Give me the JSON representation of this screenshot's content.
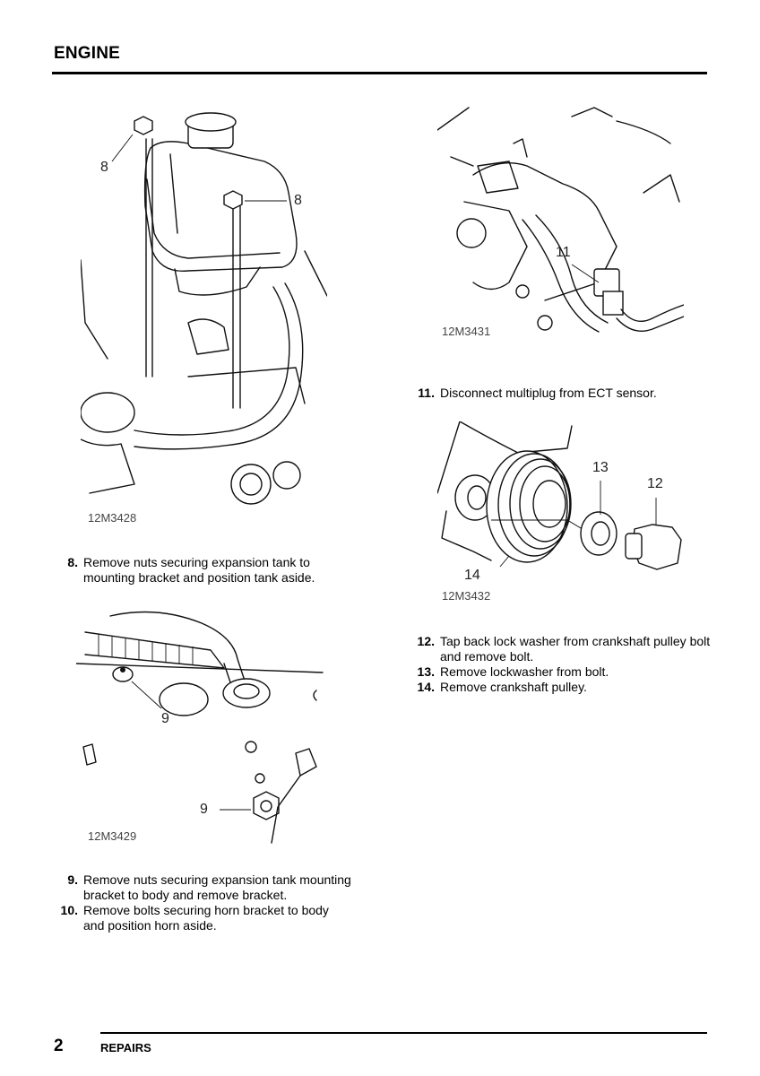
{
  "header": {
    "title": "ENGINE"
  },
  "footer": {
    "page_number": "2",
    "section": "REPAIRS"
  },
  "figures": {
    "fig1": {
      "code": "12M3428",
      "callouts": [
        "8",
        "8"
      ]
    },
    "fig2": {
      "code": "12M3429",
      "callouts": [
        "9",
        "9"
      ]
    },
    "fig3": {
      "code": "12M3431",
      "callouts": [
        "11"
      ]
    },
    "fig4": {
      "code": "12M3432",
      "callouts": [
        "13",
        "12",
        "14"
      ]
    }
  },
  "steps_left_a": [
    {
      "num": "8.",
      "text": "Remove nuts securing expansion tank to mounting bracket and position tank aside."
    }
  ],
  "steps_left_b": [
    {
      "num": "9.",
      "text": "Remove nuts securing expansion tank mounting bracket to body and remove bracket."
    },
    {
      "num": "10.",
      "text": "Remove bolts securing horn bracket to body and position horn aside."
    }
  ],
  "steps_right_a": [
    {
      "num": "11.",
      "text": "Disconnect multiplug from ECT sensor."
    }
  ],
  "steps_right_b": [
    {
      "num": "12.",
      "text": "Tap back lock washer from crankshaft pulley bolt and remove bolt."
    },
    {
      "num": "13.",
      "text": "Remove lockwasher from bolt."
    },
    {
      "num": "14.",
      "text": "Remove crankshaft pulley."
    }
  ]
}
